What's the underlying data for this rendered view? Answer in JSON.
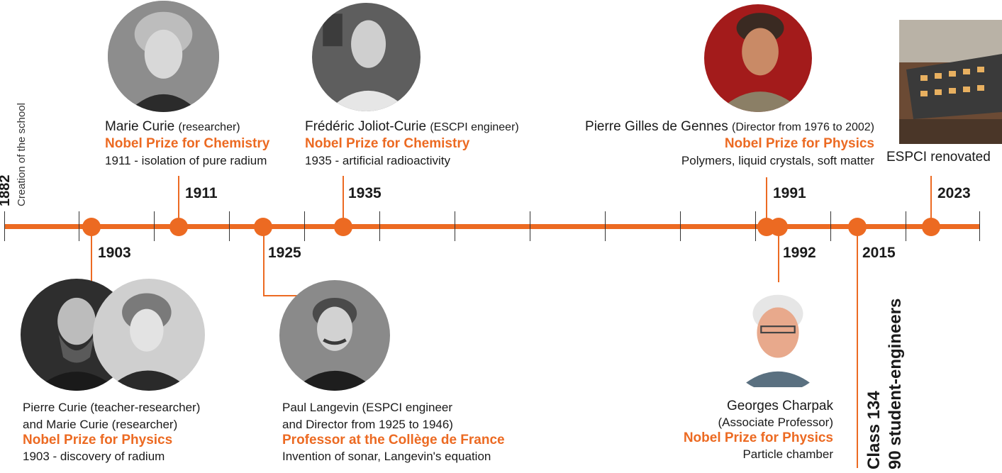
{
  "colors": {
    "accent": "#ec6a22",
    "text": "#1a1a1a"
  },
  "founding": {
    "year": "1882",
    "label": "Creation of the school"
  },
  "events": {
    "curie_1911": {
      "year": "1911",
      "name": "Marie Curie",
      "role": "(researcher)",
      "prize": "Nobel Prize for Chemistry",
      "desc": "1911 - isolation of pure radium",
      "photo": "marie-curie-portrait"
    },
    "joliot_1935": {
      "year": "1935",
      "name": "Frédéric Joliot-Curie",
      "role": "(ESCPI engineer)",
      "prize": "Nobel Prize for Chemistry",
      "desc": "1935 - artificial radioactivity",
      "photo": "joliot-curie-portrait"
    },
    "degennes_1991": {
      "year": "1991",
      "name": "Pierre Gilles de Gennes",
      "role": "(Director from 1976 to 2002)",
      "prize": "Nobel Prize for Physics",
      "desc": "Polymers, liquid crystals, soft matter",
      "photo": "de-gennes-portrait"
    },
    "renovated_2023": {
      "year": "2023",
      "label": "ESPCI renovated",
      "photo": "espci-building"
    },
    "curies_1903": {
      "year": "1903",
      "line1": "Pierre Curie (teacher-researcher)",
      "line2": "and Marie Curie (researcher)",
      "prize": "Nobel Prize for Physics",
      "desc": "1903 - discovery of radium",
      "photo": "pierre-and-marie-curie"
    },
    "langevin_1925": {
      "year": "1925",
      "line1": "Paul Langevin (ESPCI engineer",
      "line2": "and Director from 1925 to 1946)",
      "prize": "Professor at the Collège de France",
      "desc": "Invention of sonar, Langevin's equation",
      "photo": "paul-langevin-portrait"
    },
    "charpak_1992": {
      "year": "1992",
      "name": "Georges Charpak",
      "role": "(Associate Professor)",
      "prize": "Nobel Prize for Physics",
      "desc": "Particle chamber",
      "photo": "georges-charpak-portrait"
    },
    "class_2015": {
      "year": "2015",
      "line1": "Class 134",
      "line2": "90 student-engineers"
    }
  }
}
